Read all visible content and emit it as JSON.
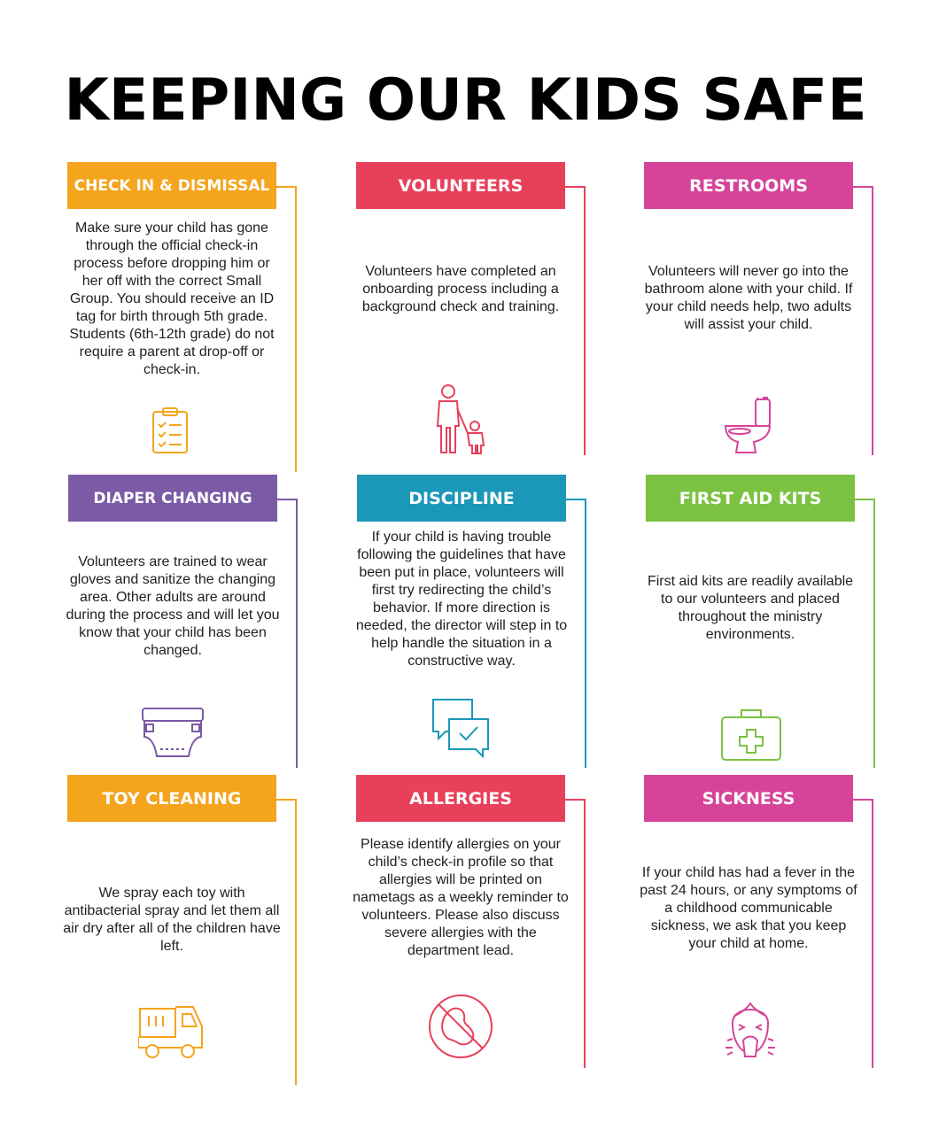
{
  "title": "KEEPING OUR KIDS SAFE",
  "colors": {
    "orange": "#F4A41D",
    "red": "#E8405A",
    "magenta": "#D6449A",
    "purple": "#7B5AA6",
    "teal": "#1B97B8",
    "green": "#7CC242"
  },
  "cards": [
    {
      "heading": "CHECK IN & DISMISSAL",
      "text": "Make sure your child has gone through the official check-in process before dropping him or her off with the correct Small Group. You should receive an ID tag for birth through 5th grade. Students (6th-12th grade) do not require a parent at drop-off or check-in.",
      "icon": "clipboard-checklist-icon"
    },
    {
      "heading": "VOLUNTEERS",
      "text": "Volunteers have completed an onboarding process including a background check and training.",
      "icon": "adult-child-icon"
    },
    {
      "heading": "RESTROOMS",
      "text": "Volunteers will never go into the bathroom alone with your child. If your child needs help, two adults will assist your child.",
      "icon": "toilet-icon"
    },
    {
      "heading": "DIAPER CHANGING",
      "text": "Volunteers are trained to wear gloves and sanitize the changing area. Other adults are around during the process and will let you know that your child has been changed.",
      "icon": "diaper-icon"
    },
    {
      "heading": "DISCIPLINE",
      "text": "If your child is having trouble following the guidelines that have been put in place, volunteers will first try redirecting the child’s behavior. If more direction is needed, the director will step in to help handle the situation in a constructive way.",
      "icon": "chat-bubbles-check-icon"
    },
    {
      "heading": "FIRST AID KITS",
      "text": "First aid kits are readily available to our volunteers and placed throughout the ministry environments.",
      "icon": "first-aid-kit-icon"
    },
    {
      "heading": "TOY CLEANING",
      "text": "We spray each toy with antibacterial spray and let them all air dry after all of the children have left.",
      "icon": "toy-truck-icon"
    },
    {
      "heading": "ALLERGIES",
      "text": "Please identify allergies on your child’s check-in profile so that allergies will be printed on nametags as a weekly reminder to volunteers. Please also discuss severe allergies with the department lead.",
      "icon": "no-peanut-icon"
    },
    {
      "heading": "SICKNESS",
      "text": "If your child has had a fever in the past 24 hours, or any symptoms of a childhood communicable sickness, we ask that you keep your child at home.",
      "icon": "sneezing-child-icon"
    }
  ]
}
